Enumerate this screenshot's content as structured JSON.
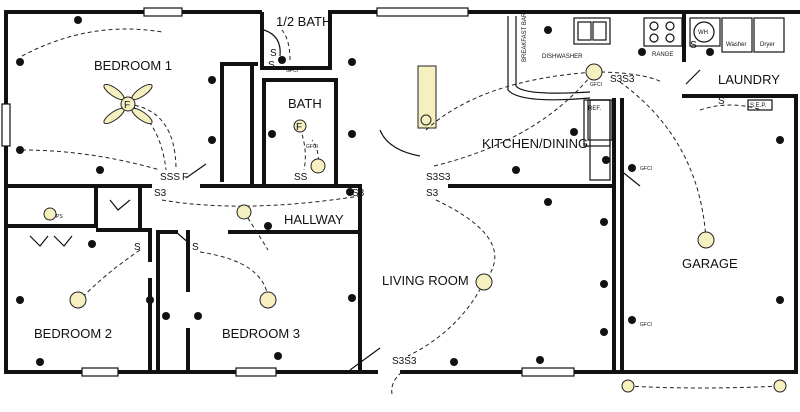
{
  "rooms": {
    "bedroom1": "BEDROOM 1",
    "half_bath": "1/2 BATH",
    "bath": "BATH",
    "kitchen": "KITCHEN/DINING",
    "laundry": "LAUNDRY",
    "hallway": "HALLWAY",
    "living": "LIVING ROOM",
    "garage": "GARAGE",
    "bedroom2": "BEDROOM 2",
    "bedroom3": "BEDROOM 3"
  },
  "appliances": {
    "dishwasher": "DISHWASHER",
    "range": "RANGE",
    "breakfast_bar": "BREAKFAST BAR",
    "water_heater": "WH",
    "washer": "Washer",
    "dryer": "Dryer",
    "refrigerator": "REF.",
    "sef": "S.E.P."
  },
  "symbols": {
    "switch": "S",
    "three_way": "S3",
    "three_way_pair": "S3S3",
    "switch_triple": "SSS",
    "switch_double": "SS",
    "switch_triple_3": "S3S3",
    "gfci": "GFCI",
    "fan": "F",
    "ps": "PS",
    "sss_f": "SSS",
    "f_letter": "F"
  }
}
